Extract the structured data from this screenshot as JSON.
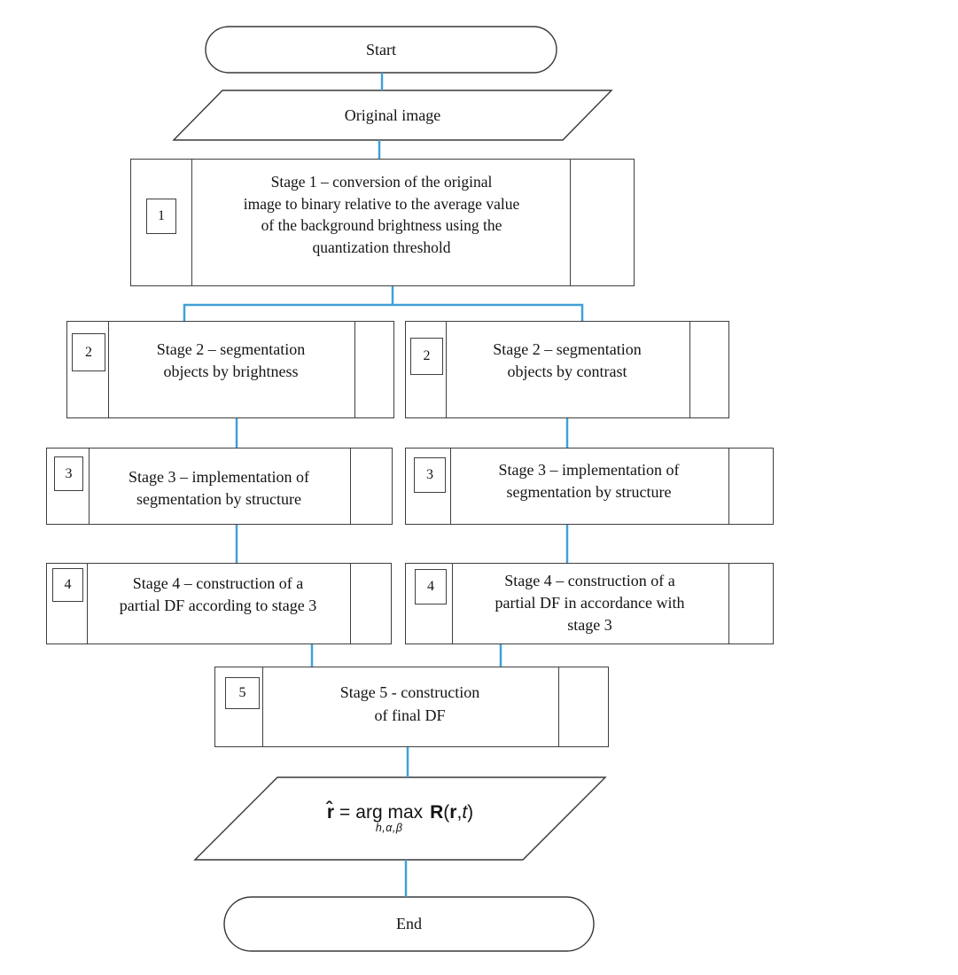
{
  "diagram": {
    "connector_color": "#41a0d7",
    "border_color": "#3f3f3f",
    "nodes": {
      "start": {
        "label": "Start"
      },
      "input": {
        "label": "Original image"
      },
      "stage1": {
        "number": "1",
        "text": "Stage 1 – conversion of the original\nimage to binary relative to the average value\nof the background brightness using the\nquantization threshold"
      },
      "stage2_left": {
        "number": "2",
        "text": "Stage 2 – segmentation\nobjects by brightness"
      },
      "stage2_right": {
        "number": "2",
        "text": "Stage 2 – segmentation\nobjects by contrast"
      },
      "stage3_left": {
        "number": "3",
        "text": "Stage 3 – implementation of\nsegmentation by structure"
      },
      "stage3_right": {
        "number": "3",
        "text": "Stage 3 – implementation of\nsegmentation by structure"
      },
      "stage4_left": {
        "number": "4",
        "text": "Stage 4 – construction of a\npartial DF according to stage 3"
      },
      "stage4_right": {
        "number": "4",
        "text": "Stage 4 – construction of a\npartial DF in accordance with\nstage 3"
      },
      "stage5": {
        "number": "5",
        "text": "Stage 5 - construction\nof final DF"
      },
      "formula": {
        "lhs": "r̂",
        "eq": "=",
        "op": "arg max",
        "sub": "h,α,β",
        "rhs_R": "R",
        "rhs_open": "(",
        "rhs_r": "r",
        "rhs_comma": ",",
        "rhs_t": "t",
        "rhs_close": ")"
      },
      "end": {
        "label": "End"
      }
    }
  }
}
